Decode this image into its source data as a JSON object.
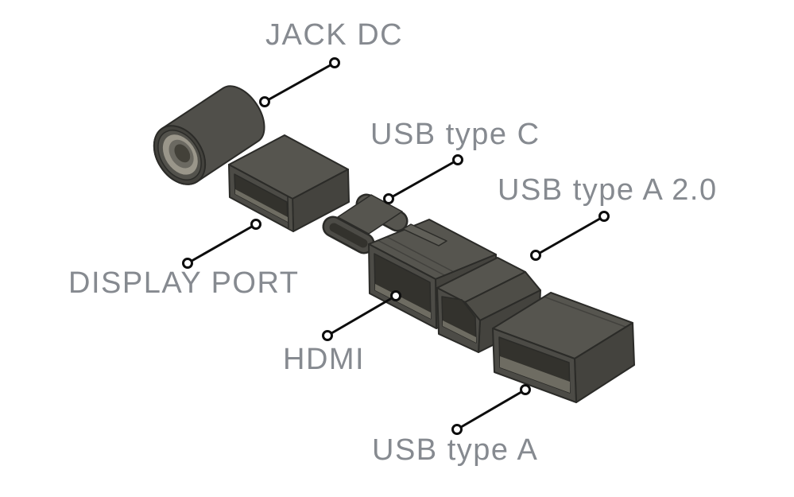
{
  "labels": {
    "jack_dc": "JACK DC",
    "usb_type_c": "USB type C",
    "usb_type_a_20": "USB type A 2.0",
    "display_port": "DISPLAY PORT",
    "hdmi": "HDMI",
    "usb_type_a": "USB type A"
  },
  "colors": {
    "background": "#ffffff",
    "label_text": "#868a90",
    "leader_line": "#0d0d0d",
    "connector_top": "#56554f",
    "connector_front": "#4c4b46",
    "connector_side": "#44433e",
    "connector_body": "#504f4a",
    "connector_hole": "#33322d",
    "connector_hole_floor": "#6e6c62",
    "connector_outline": "#2b2b28",
    "connector_chamfer": "#4e4d47",
    "connector_lip": "#605f58",
    "cap_rim": "#43423d",
    "cap_ring": "#53524c",
    "cap_metal": "#9a968a",
    "cap_inner": "#6b6961",
    "cap_center": "#434139"
  }
}
